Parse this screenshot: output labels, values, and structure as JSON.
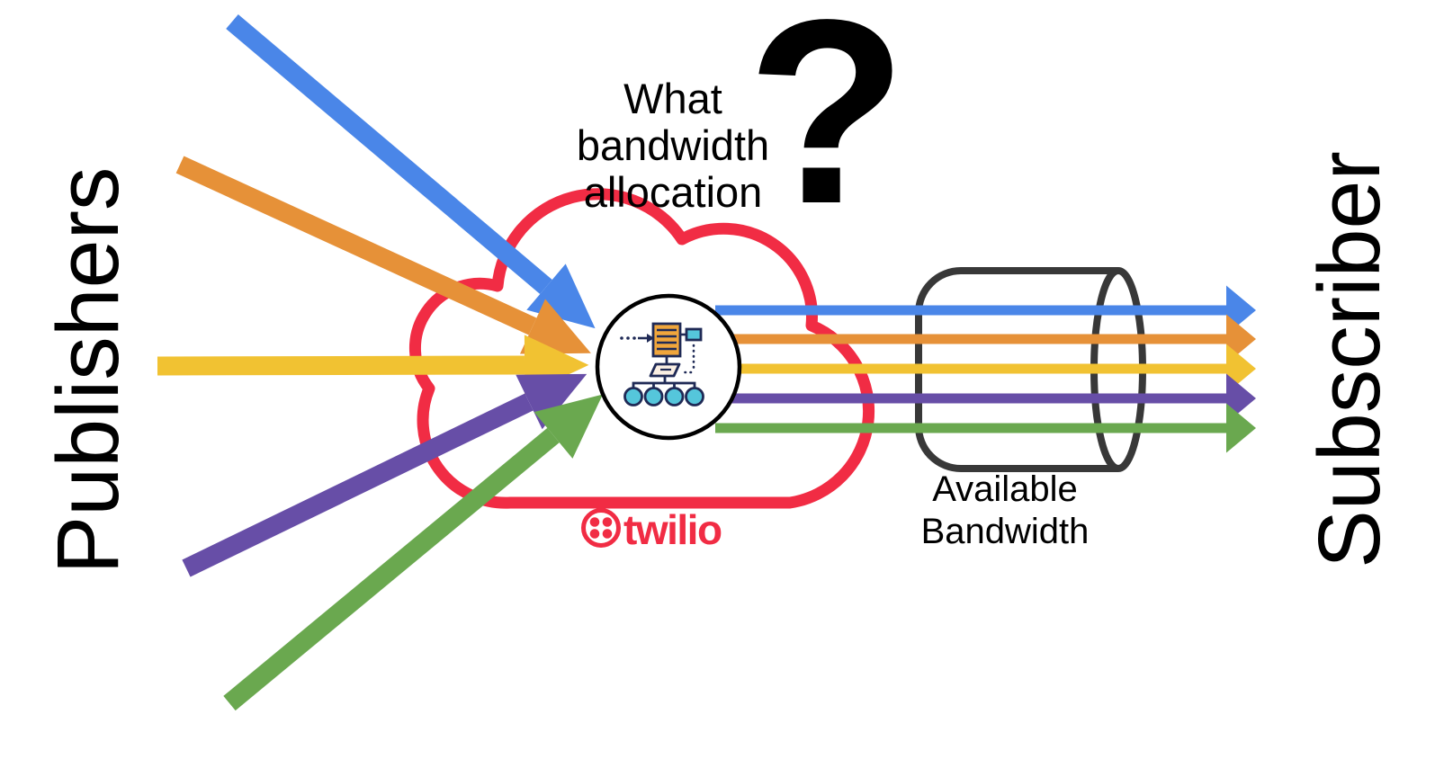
{
  "labels": {
    "left": "Publishers",
    "right": "Subscriber",
    "question": "What\nbandwidth\nallocation",
    "question_mark": "?",
    "pipe": "Available\nBandwidth",
    "brand": "twilio"
  },
  "icons": {
    "cloud": "twilio-cloud-outline",
    "node": "network-allocator-icon",
    "logo": "twilio-logo-mark",
    "pipe": "bandwidth-cylinder"
  },
  "streams": [
    {
      "name": "blue",
      "color": "#4A86E8"
    },
    {
      "name": "orange",
      "color": "#E69138"
    },
    {
      "name": "yellow",
      "color": "#F1C232"
    },
    {
      "name": "purple",
      "color": "#674EA7"
    },
    {
      "name": "green",
      "color": "#6AA84F"
    }
  ],
  "colors": {
    "twilio_red": "#F12C44",
    "pipe_stroke": "#383838",
    "icon_navy": "#1F2A56",
    "icon_yellow": "#F0A63C",
    "icon_cyan": "#55C6DB",
    "text": "#000000",
    "background": "#FFFFFF"
  }
}
